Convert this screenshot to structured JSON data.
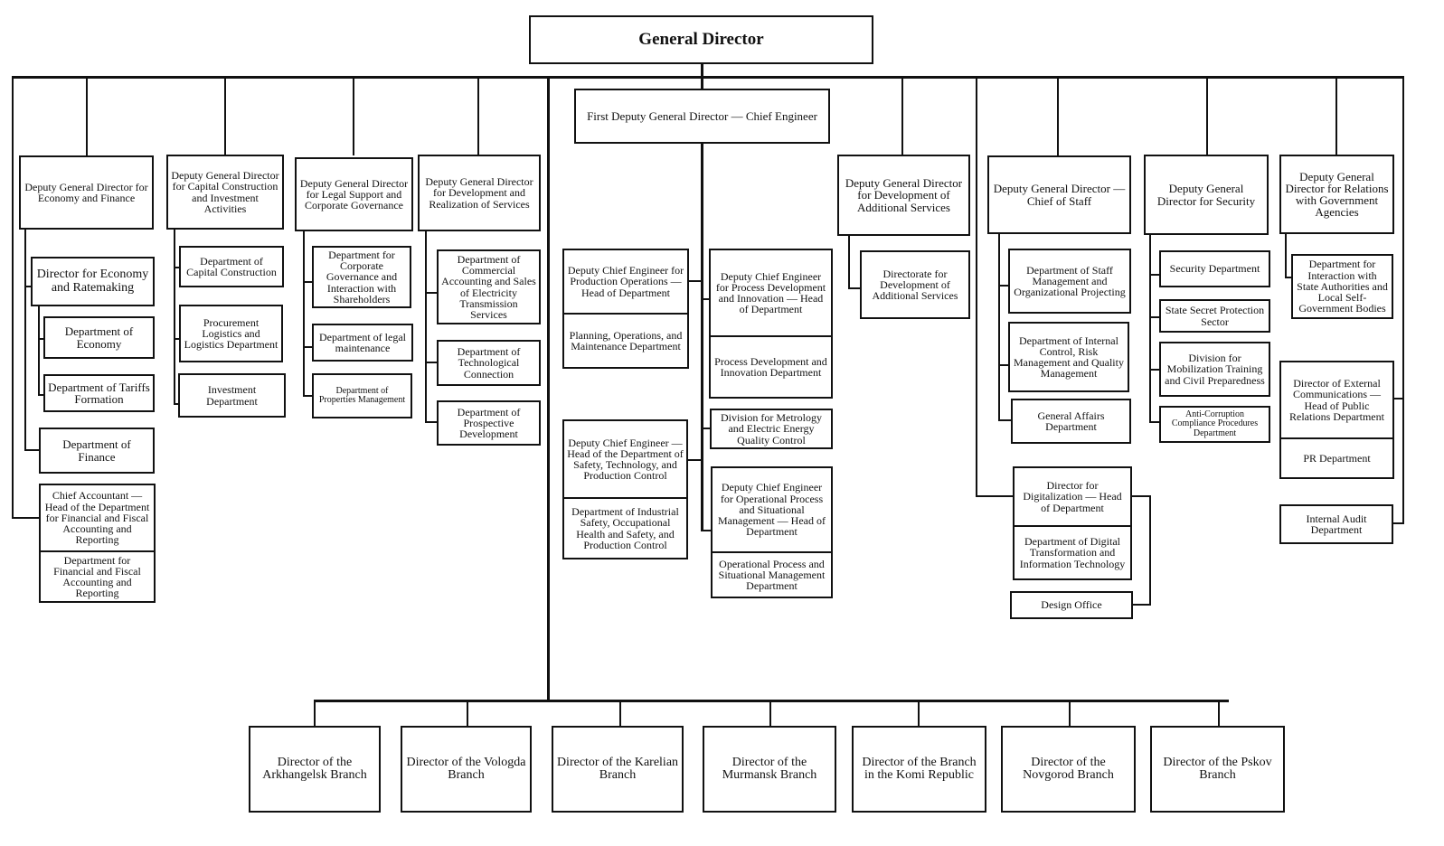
{
  "general_director": "General Director",
  "first_deputy": {
    "title": "First Deputy General Director — Chief Engineer",
    "left": [
      {
        "head": "Deputy Chief Engineer for Production Operations — Head of Department",
        "dept": "Planning, Operations, and Maintenance Department"
      },
      {
        "head": "Deputy Chief Engineer — Head of the Department of Safety, Technology, and Production Control",
        "dept": "Department of Industrial Safety, Occupational Health and Safety, and Production Control"
      }
    ],
    "right": [
      {
        "head": "Deputy Chief Engineer for Process Development and Innovation — Head of Department",
        "dept": "Process Development and Innovation Department"
      },
      {
        "head": "Division for Metrology and Electric Energy Quality Control"
      },
      {
        "head": "Deputy Chief Engineer for Operational Process and Situational Management — Head of Department",
        "dept": "Operational Process and Situational Management Department"
      }
    ]
  },
  "deputies": [
    {
      "title": "Deputy General Director for Economy and Finance",
      "director": "Director for Economy and Ratemaking",
      "director_children": [
        "Department of Economy",
        "Department of Tariffs Formation"
      ],
      "children": [
        "Department of Finance"
      ],
      "chief_accountant": {
        "head": "Chief Accountant — Head of the Department for Financial and Fiscal Accounting and Reporting",
        "dept": "Department for Financial and Fiscal Accounting and Reporting"
      }
    },
    {
      "title": "Deputy General Director for Capital Construction and Investment Activities",
      "children": [
        "Department of Capital Construction",
        "Procurement Logistics and Logistics Department",
        "Investment Department"
      ]
    },
    {
      "title": "Deputy General Director for Legal Support and Corporate Governance",
      "children": [
        "Department for Corporate Governance and Interaction with Shareholders",
        "Department of legal maintenance",
        "Department of Properties Management"
      ]
    },
    {
      "title": "Deputy General Director for Development and Realization of Services",
      "children": [
        "Department of Commercial Accounting and Sales of Electricity Transmission Services",
        "Department of Technological Connection",
        "Department of Prospective Development"
      ]
    },
    {
      "title": "Deputy General Director for Development of Additional Services",
      "children": [
        "Directorate for Development of Additional Services"
      ]
    },
    {
      "title": "Deputy General Director — Chief of Staff",
      "children": [
        "Department of Staff Management and Organizational Projecting",
        "Department of Internal Control, Risk Management and Quality Management",
        "General Affairs Department"
      ]
    },
    {
      "title": "Deputy General Director for Security",
      "children": [
        "Security Department",
        "State Secret Protection Sector",
        "Division for Mobilization Training and Civil Preparedness",
        "Anti-Corruption Compliance Procedures Department"
      ]
    },
    {
      "title": "Deputy General Director for Relations with Government Agencies",
      "children": [
        "Department for Interaction with State Authorities and Local Self-Government Bodies"
      ]
    }
  ],
  "digitalization": {
    "head": "Director for Digitalization — Head of Department",
    "dept": "Department of Digital Transformation and Information Technology"
  },
  "design_office": "Design Office",
  "external_comms": {
    "head": "Director of External Communications — Head of Public Relations Department",
    "dept": "PR Department"
  },
  "internal_audit": "Internal Audit Department",
  "branches": [
    "Director of the Arkhangelsk Branch",
    "Director of the Vologda Branch",
    "Director of the Karelian Branch",
    "Director of the Murmansk Branch",
    "Director of the Branch in the Komi Republic",
    "Director of the Novgorod Branch",
    "Director of the Pskov Branch"
  ]
}
